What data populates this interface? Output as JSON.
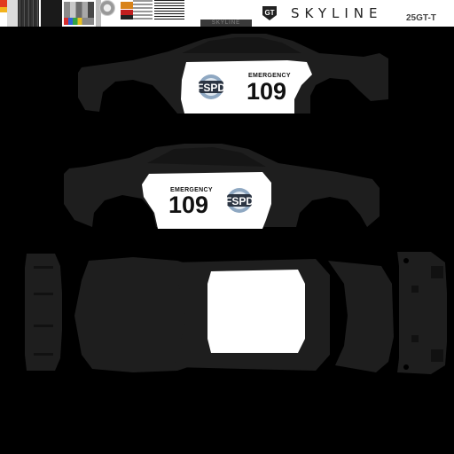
{
  "header": {
    "brand_text": "SKYLINE",
    "trim_text": "25GT-T",
    "badge_text": "GT",
    "plate_text": "SKYLINE"
  },
  "decals": {
    "emergency_label": "EMERGENCY",
    "unit_number": "109",
    "agency_abbrev": "FSPD"
  },
  "colors": {
    "body": "#1e1e1e",
    "body_edge": "#2a2a2a",
    "panel_white": "#ffffff",
    "background": "#000000",
    "seal_blue": "#8fa8c2",
    "seal_dark": "#2b3442"
  }
}
